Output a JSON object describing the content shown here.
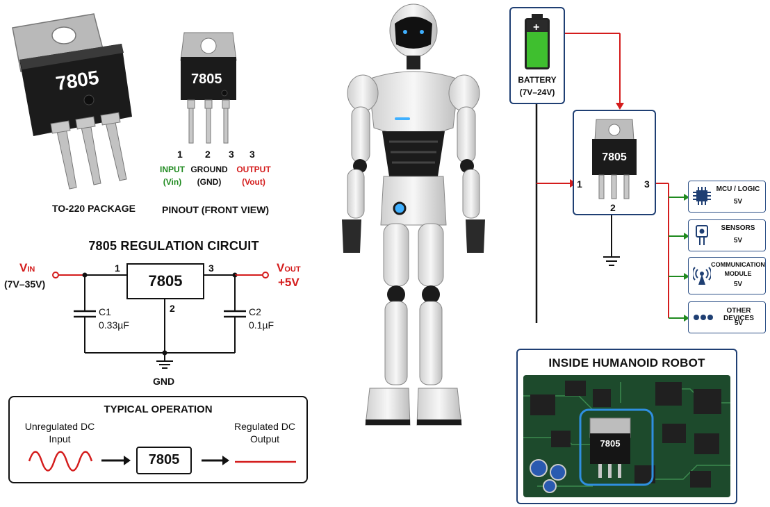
{
  "package": {
    "chip_label": "7805",
    "caption": "TO-220 PACKAGE"
  },
  "pinout": {
    "chip_label": "7805",
    "caption": "PINOUT (FRONT VIEW)",
    "pins": [
      {
        "num": "1",
        "name": "INPUT",
        "sub": "(Vin)",
        "color": "#1f8a1f"
      },
      {
        "num": "2",
        "name": "GROUND",
        "sub": "(GND)",
        "color": "#111111"
      },
      {
        "num": "3",
        "name": "OUTPUT",
        "sub": "(Vout)",
        "color": "#d41c1c"
      }
    ],
    "extra_num": "3"
  },
  "circuit": {
    "title": "7805 REGULATION CIRCUIT",
    "vin_label": "V",
    "vin_sub": "IN",
    "vin_range": "(7V–35V)",
    "vout_label": "V",
    "vout_sub": "OUT",
    "vout_value": "+5V",
    "chip_label": "7805",
    "pin1": "1",
    "pin2": "2",
    "pin3": "3",
    "c1_name": "C1",
    "c1_value": "0.33µF",
    "c2_name": "C2",
    "c2_value": "0.1µF",
    "gnd": "GND"
  },
  "operation": {
    "title": "TYPICAL OPERATION",
    "input_label_1": "Unregulated DC",
    "input_label_2": "Input",
    "chip_label": "7805",
    "output_label_1": "Regulated DC",
    "output_label_2": "Output"
  },
  "power": {
    "battery_label": "BATTERY",
    "battery_range": "(7V–24V)",
    "regulator_label": "7805",
    "pin1": "1",
    "pin2": "2",
    "pin3": "3",
    "devices": [
      {
        "name": "MCU / LOGIC",
        "voltage": "5V",
        "icon": "chip-icon"
      },
      {
        "name": "SENSORS",
        "voltage": "5V",
        "icon": "sensor-icon"
      },
      {
        "name": "COMMUNICATION MODULE",
        "name_1": "COMMUNICATION",
        "name_2": "MODULE",
        "voltage": "5V",
        "icon": "antenna-icon"
      },
      {
        "name": "OTHER DEVICES",
        "voltage": "5V",
        "icon": "dots-icon"
      }
    ]
  },
  "inside": {
    "title": "INSIDE HUMANOID ROBOT",
    "chip_label": "7805"
  },
  "colors": {
    "navy": "#1f3f73",
    "red": "#d41c1c",
    "green": "#1f8a1f",
    "pcb": "#1d4a2c",
    "highlight": "#2f8fe0"
  }
}
